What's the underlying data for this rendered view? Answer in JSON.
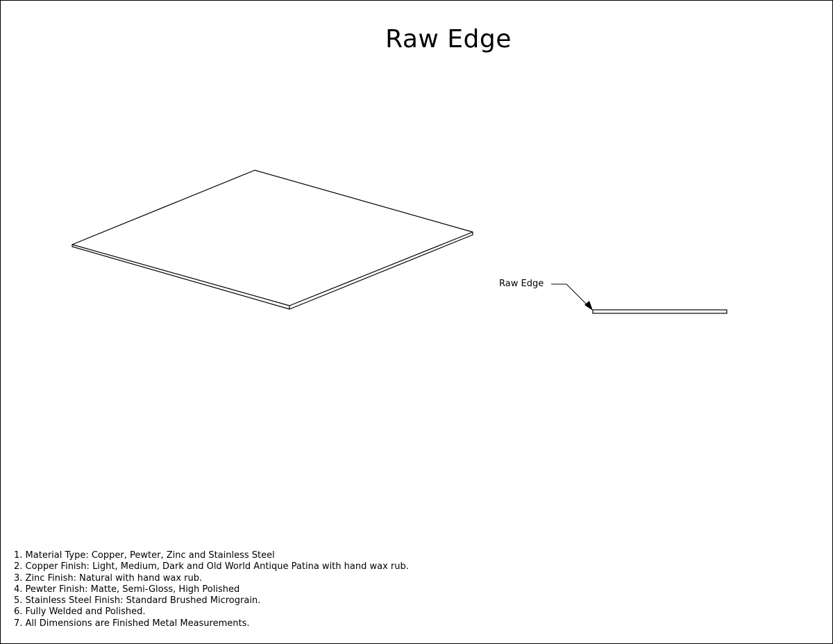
{
  "title": "Raw Edge",
  "callout": {
    "label": "Raw Edge"
  },
  "notes": [
    "1. Material Type: Copper, Pewter, Zinc and Stainless Steel",
    "2. Copper Finish: Light, Medium, Dark and Old World Antique Patina with hand wax rub.",
    "3. Zinc Finish: Natural with hand wax rub.",
    "4. Pewter Finish: Matte, Semi-Gloss, High Polished",
    "5. Stainless Steel Finish: Standard Brushed Micrograin.",
    "6. Fully Welded and Polished.",
    "7. All Dimensions are Finished Metal Measurements."
  ],
  "colors": {
    "line": "#000000",
    "background": "#ffffff"
  }
}
